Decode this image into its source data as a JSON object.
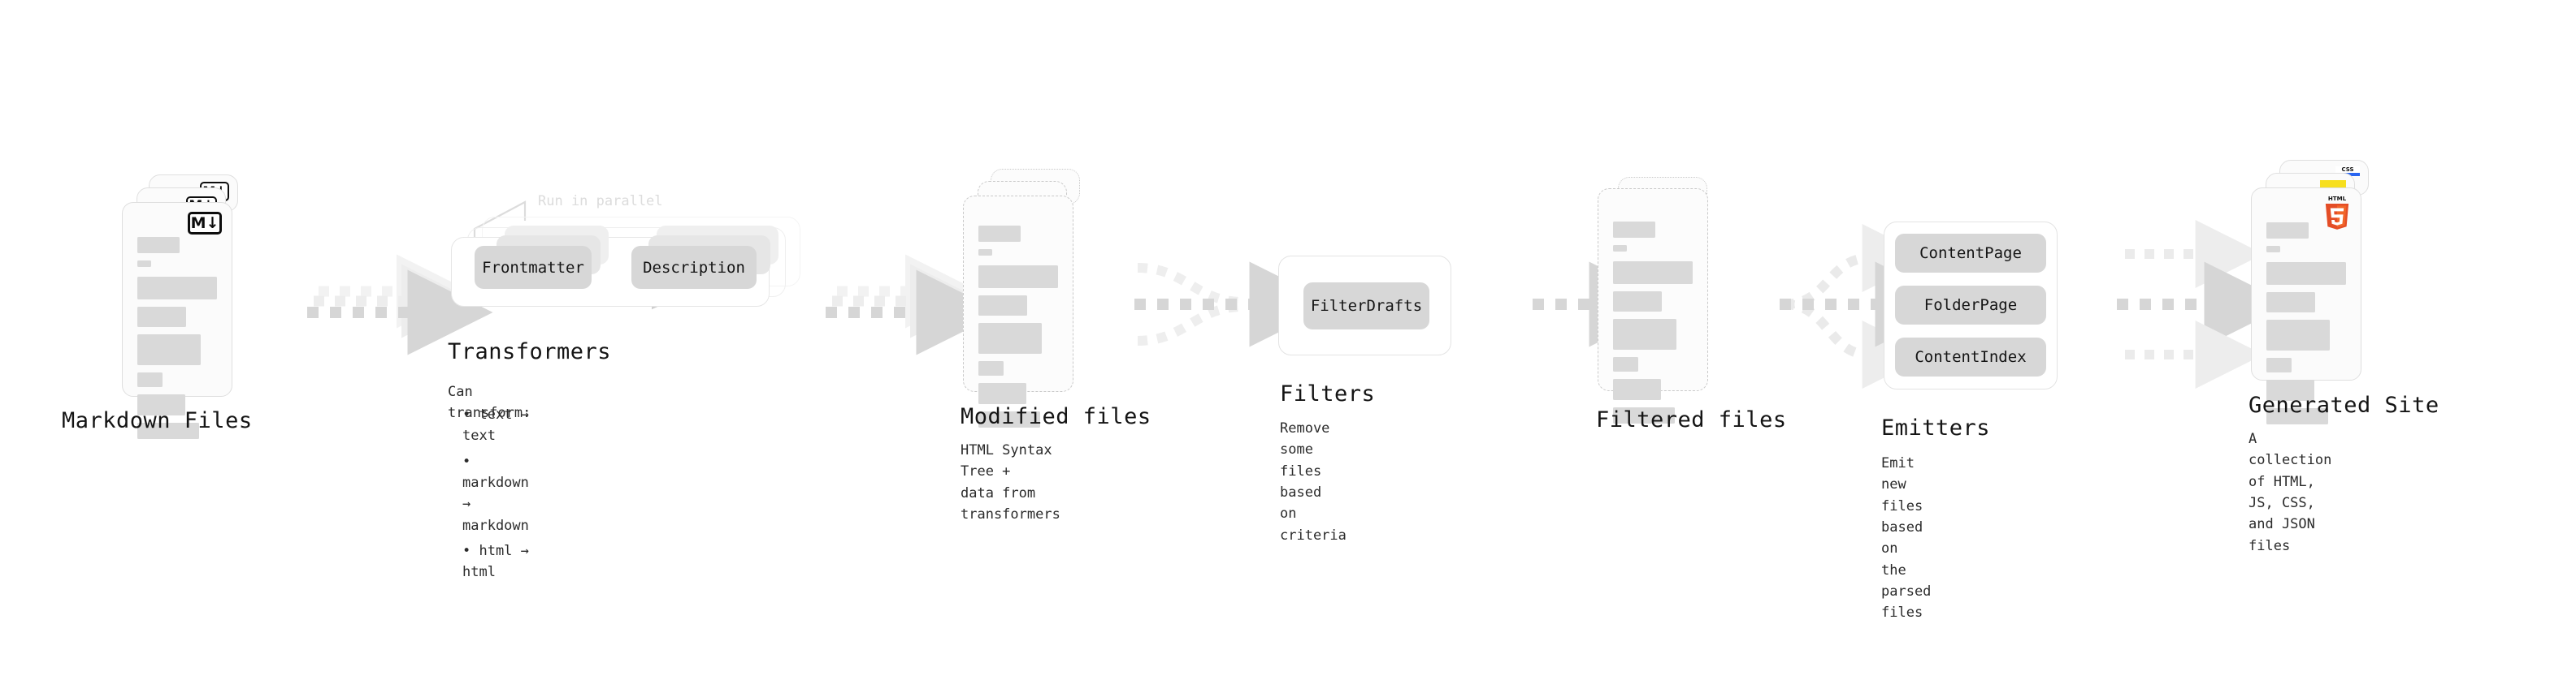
{
  "diagram": {
    "title_hidden": "",
    "colors": {
      "bar": "#d9d9d9",
      "card_bg": "#fbfbfb",
      "card_border": "#dfdfdf",
      "chip": "#d7d7d7",
      "arrow": "#d6d6d6",
      "arrow_faded": "#ededed",
      "text": "#141414",
      "muted": "#dcdcdc",
      "html5": "#e44d26",
      "css3": "#2965f1",
      "js": "#f7df1e"
    }
  },
  "stages": [
    {
      "id": "markdown-files",
      "title": "Markdown Files",
      "desc": "",
      "badge": "M↓"
    },
    {
      "id": "transformers",
      "title": "Transformers",
      "desc": "Can transform:",
      "parallel_label": "Run in parallel",
      "chips": [
        "Frontmatter",
        "Description"
      ],
      "bullets": [
        "• text → text",
        "• markdown → markdown",
        "• html → html"
      ]
    },
    {
      "id": "modified-files",
      "title": "Modified files",
      "desc": "HTML Syntax Tree +\ndata from transformers"
    },
    {
      "id": "filters",
      "title": "Filters",
      "desc": "Remove some files based\non criteria",
      "chips": [
        "FilterDrafts"
      ]
    },
    {
      "id": "filtered-files",
      "title": "Filtered files",
      "desc": ""
    },
    {
      "id": "emitters",
      "title": "Emitters",
      "desc": "Emit new files based on\nthe parsed files",
      "chips": [
        "ContentPage",
        "FolderPage",
        "ContentIndex"
      ]
    },
    {
      "id": "generated-site",
      "title": "Generated Site",
      "desc": "A collection of HTML,\nJS, CSS, and JSON files",
      "badges": [
        "CSS",
        "JS",
        "HTML5"
      ]
    }
  ],
  "icons": {
    "markdown": "markdown-badge-icon",
    "html5": "html5-badge-icon",
    "css3": "css3-badge-icon",
    "js": "js-badge-icon",
    "arrow": "dashed-arrow-icon"
  }
}
